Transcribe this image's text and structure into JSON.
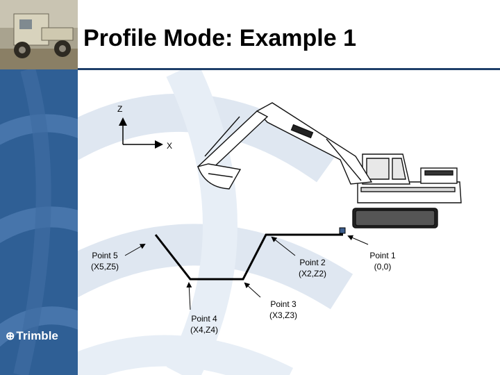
{
  "slide": {
    "title": "Profile Mode: Example 1"
  },
  "brand": {
    "logo_text": "Trimble",
    "accent": "#2f5f95"
  },
  "axes": {
    "z_label": "Z",
    "x_label": "X"
  },
  "points": [
    {
      "id": "point-1",
      "name": "Point 1",
      "coords": "(0,0)"
    },
    {
      "id": "point-2",
      "name": "Point 2",
      "coords": "(X2,Z2)"
    },
    {
      "id": "point-3",
      "name": "Point 3",
      "coords": "(X3,Z3)"
    },
    {
      "id": "point-4",
      "name": "Point 4",
      "coords": "(X4,Z4)"
    },
    {
      "id": "point-5",
      "name": "Point 5",
      "coords": "(X5,Z5)"
    }
  ]
}
